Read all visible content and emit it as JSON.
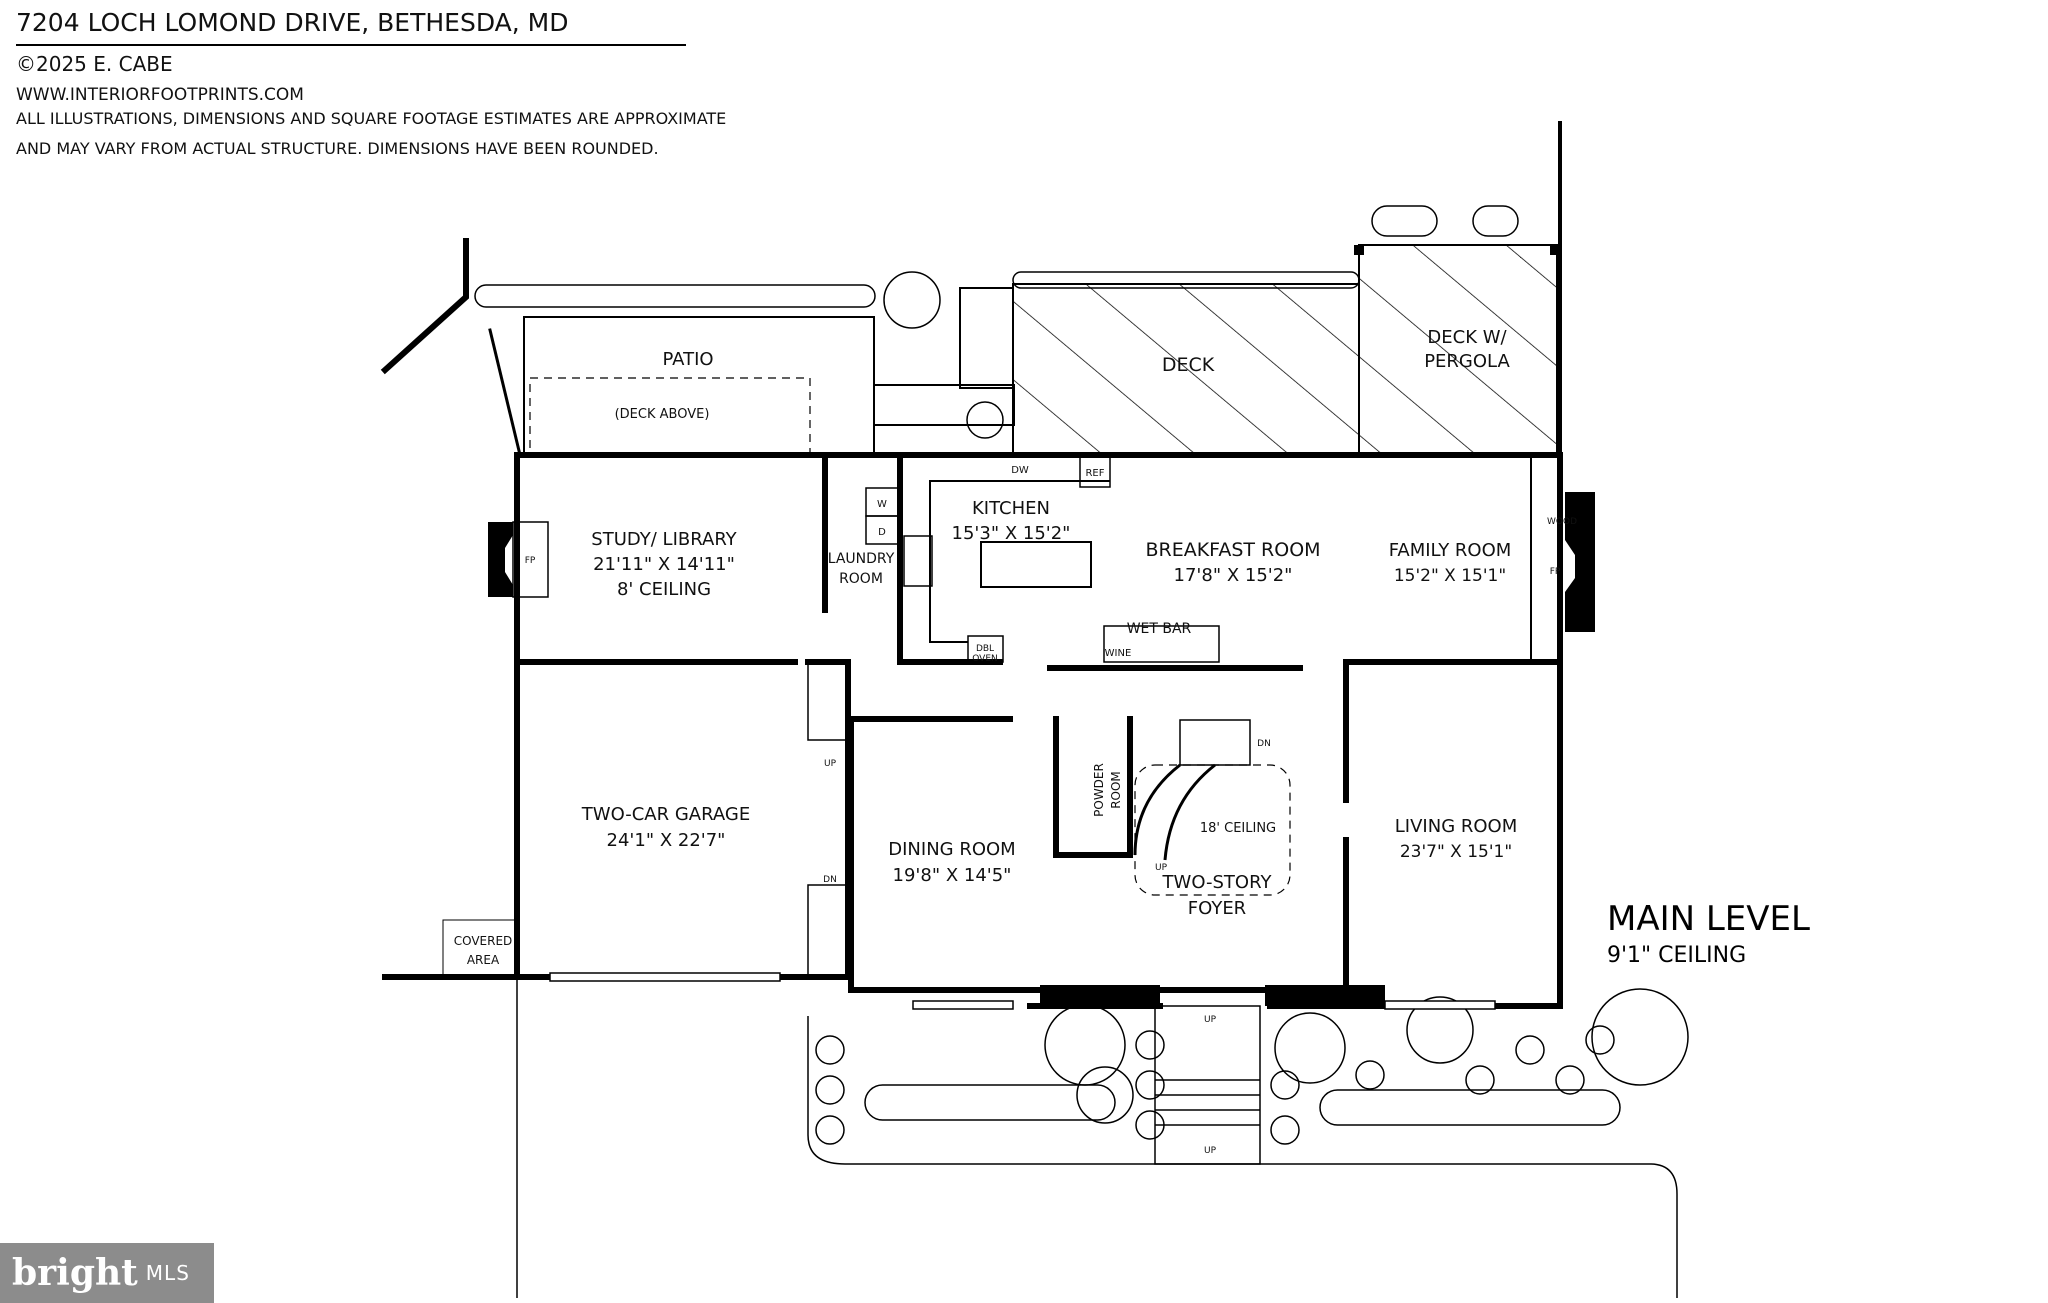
{
  "header": {
    "title": "7204 LOCH LOMOND DRIVE, BETHESDA, MD",
    "copyright": "©2025 E. CABE",
    "website": "WWW.INTERIORFOOTPRINTS.COM",
    "disclaimer_line1": "ALL ILLUSTRATIONS, DIMENSIONS AND SQUARE FOOTAGE ESTIMATES ARE APPROXIMATE",
    "disclaimer_line2": "AND MAY VARY FROM ACTUAL STRUCTURE. DIMENSIONS HAVE BEEN ROUNDED."
  },
  "level": {
    "name": "MAIN LEVEL",
    "ceiling": "9'1\" CEILING"
  },
  "rooms": {
    "patio": {
      "name": "PATIO",
      "note": "(DECK ABOVE)"
    },
    "deck": {
      "name": "DECK"
    },
    "deck_pergola": {
      "line1": "DECK W/",
      "line2": "PERGOLA"
    },
    "kitchen": {
      "name": "KITCHEN",
      "dims": "15'3\" X 15'2\""
    },
    "breakfast": {
      "name": "BREAKFAST ROOM",
      "dims": "17'8\" X 15'2\""
    },
    "family": {
      "name": "FAMILY ROOM",
      "dims": "15'2\" X 15'1\""
    },
    "study": {
      "name": "STUDY/ LIBRARY",
      "dims": "21'11\" X 14'11\"",
      "ceiling": "8' CEILING"
    },
    "laundry": {
      "line1": "LAUNDRY",
      "line2": "ROOM"
    },
    "garage": {
      "name": "TWO-CAR GARAGE",
      "dims": "24'1\" X 22'7\""
    },
    "covered": {
      "line1": "COVERED",
      "line2": "AREA"
    },
    "dining": {
      "name": "DINING ROOM",
      "dims": "19'8\" X 14'5\""
    },
    "powder": {
      "line1": "POWDER",
      "line2": "ROOM"
    },
    "foyer": {
      "line1": "TWO-STORY",
      "line2": "FOYER",
      "ceiling": "18' CEILING"
    },
    "living": {
      "name": "LIVING ROOM",
      "dims": "23'7\" X 15'1\""
    }
  },
  "fixtures": {
    "wet_bar": "WET BAR",
    "wine": "WINE",
    "dbl": "DBL",
    "oven": "OVEN",
    "ref": "REF",
    "dw": "DW",
    "washer": "W",
    "dryer": "D",
    "fp": "FP",
    "wood": "WOOD",
    "up": "UP",
    "dn": "DN"
  },
  "logo": {
    "brand": "bright",
    "suffix": "MLS"
  }
}
